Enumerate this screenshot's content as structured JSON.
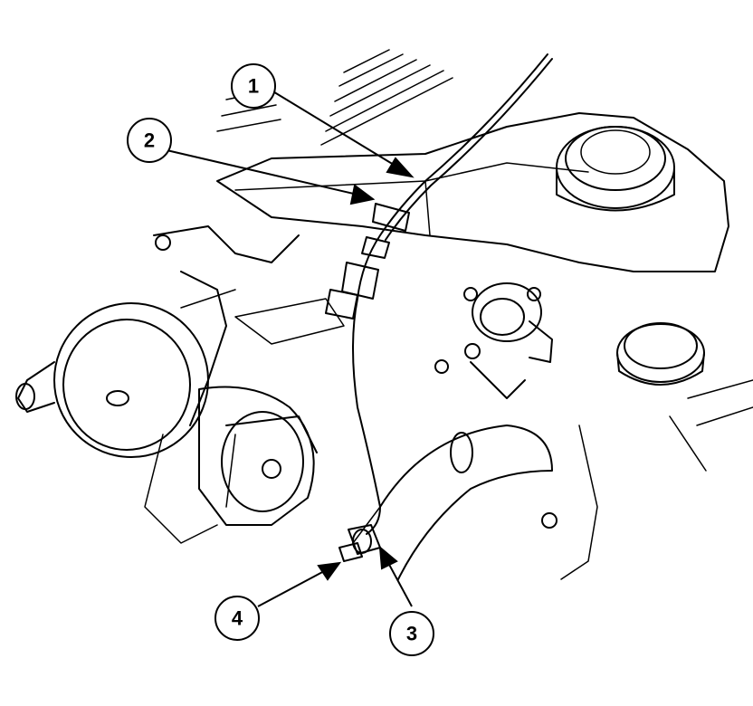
{
  "diagram": {
    "callouts": [
      {
        "id": "1",
        "label": "1"
      },
      {
        "id": "2",
        "label": "2"
      },
      {
        "id": "3",
        "label": "3"
      },
      {
        "id": "4",
        "label": "4"
      }
    ]
  },
  "colors": {
    "line": "#000000",
    "background": "#ffffff",
    "fill_gray": "#d9d9d9"
  }
}
